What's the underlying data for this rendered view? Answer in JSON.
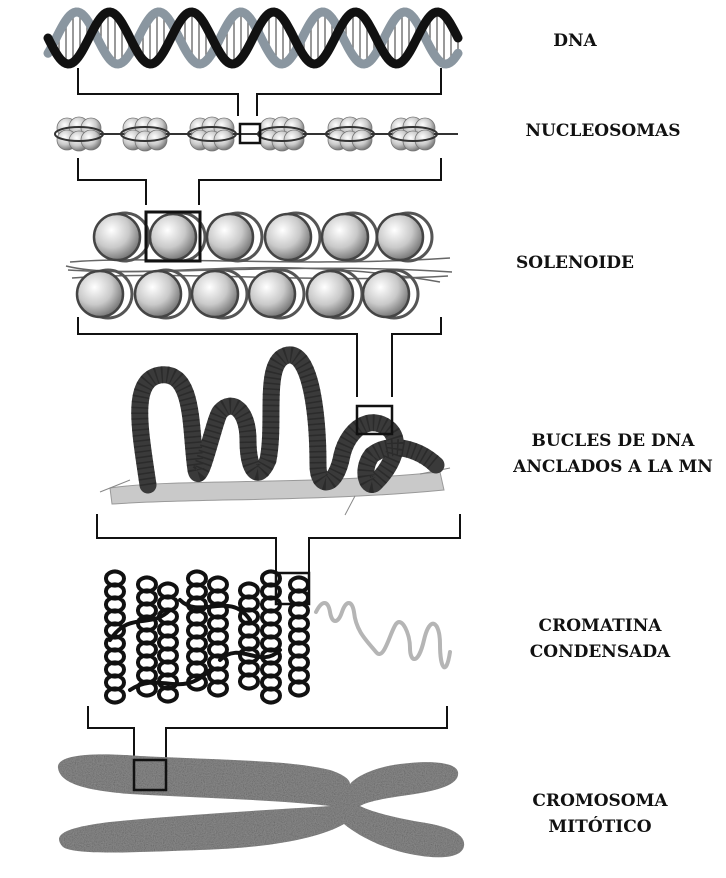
{
  "labels": {
    "dna": "DNA",
    "nucleosomas": "NUCLEOSOMAS",
    "solenoide": "SOLENOIDE",
    "bucles": [
      "BUCLES DE DNA",
      "ANCLADOS A LA MN"
    ],
    "cromatina": [
      "CROMATINA",
      "CONDENSADA"
    ],
    "cromosoma": [
      "CROMOSOMA",
      "MITÓTICO"
    ]
  },
  "colors": {
    "strand_dark": "#111111",
    "strand_light": "#8a96a0",
    "histone": "#b9b9b9",
    "loop": "#3a3a3a",
    "matrix": "#c6c6c6",
    "chromosome": "#8c8c8c",
    "bracket": "#111111"
  }
}
